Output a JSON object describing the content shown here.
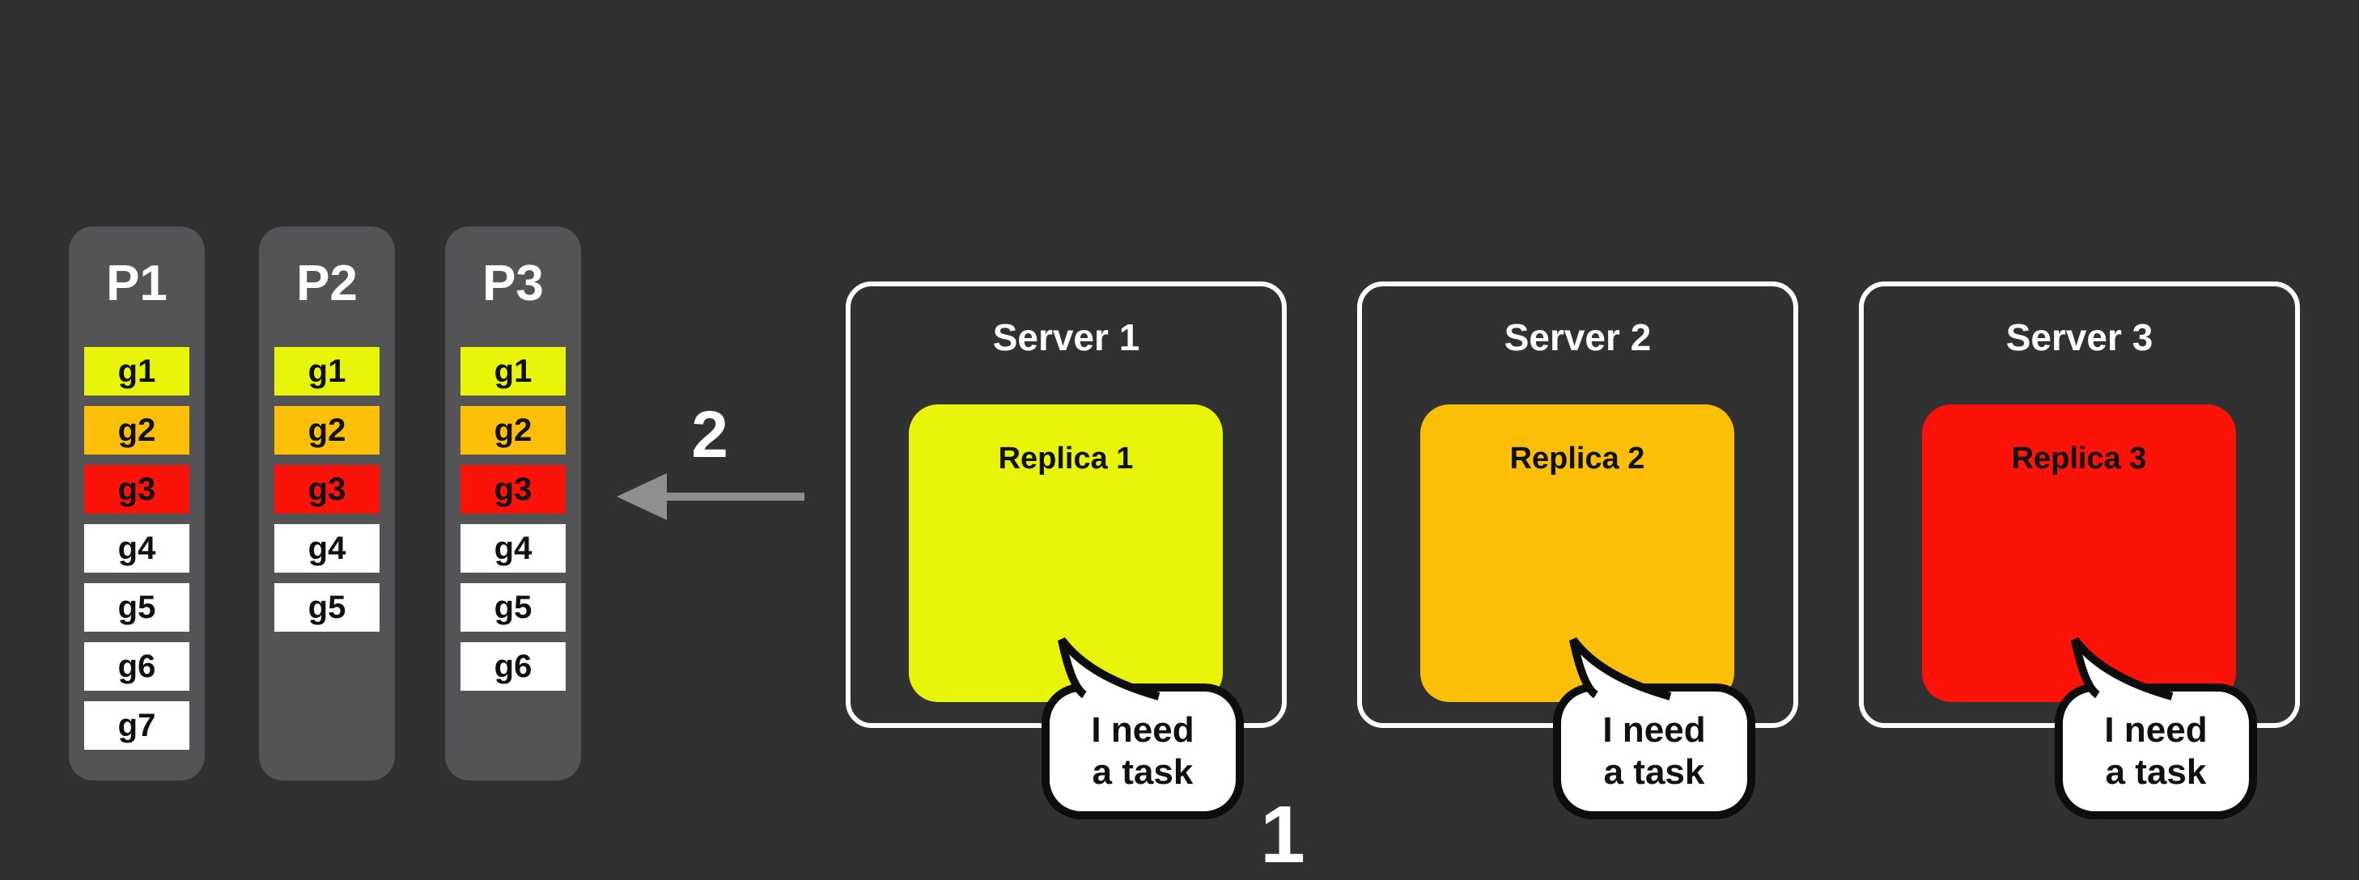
{
  "canvas": {
    "background": "#313131"
  },
  "palette": {
    "yellow": "#E8F50A",
    "orange": "#FCBF08",
    "red": "#FB1208",
    "white": "#FFFFFF",
    "column_gray": "#545457",
    "arrow_gray": "#8F8F8F",
    "outline_black": "#0D0D0D"
  },
  "partitions": [
    {
      "label": "P1",
      "tasks": [
        {
          "id": "g1",
          "color": "yellow"
        },
        {
          "id": "g2",
          "color": "orange"
        },
        {
          "id": "g3",
          "color": "red"
        },
        {
          "id": "g4",
          "color": "white"
        },
        {
          "id": "g5",
          "color": "white"
        },
        {
          "id": "g6",
          "color": "white"
        },
        {
          "id": "g7",
          "color": "white"
        }
      ]
    },
    {
      "label": "P2",
      "tasks": [
        {
          "id": "g1",
          "color": "yellow"
        },
        {
          "id": "g2",
          "color": "orange"
        },
        {
          "id": "g3",
          "color": "red"
        },
        {
          "id": "g4",
          "color": "white"
        },
        {
          "id": "g5",
          "color": "white"
        }
      ]
    },
    {
      "label": "P3",
      "tasks": [
        {
          "id": "g1",
          "color": "yellow"
        },
        {
          "id": "g2",
          "color": "orange"
        },
        {
          "id": "g3",
          "color": "red"
        },
        {
          "id": "g4",
          "color": "white"
        },
        {
          "id": "g5",
          "color": "white"
        },
        {
          "id": "g6",
          "color": "white"
        }
      ]
    }
  ],
  "servers": [
    {
      "title": "Server 1",
      "replica_label": "Replica 1",
      "replica_color": "yellow",
      "bubble": {
        "line1": "I need",
        "line2": "a task"
      }
    },
    {
      "title": "Server 2",
      "replica_label": "Replica 2",
      "replica_color": "orange",
      "bubble": {
        "line1": "I need",
        "line2": "a task"
      }
    },
    {
      "title": "Server 3",
      "replica_label": "Replica 3",
      "replica_color": "red",
      "bubble": {
        "line1": "I need",
        "line2": "a task"
      }
    }
  ],
  "annotations": {
    "step_request": "1",
    "step_assign": "2"
  }
}
